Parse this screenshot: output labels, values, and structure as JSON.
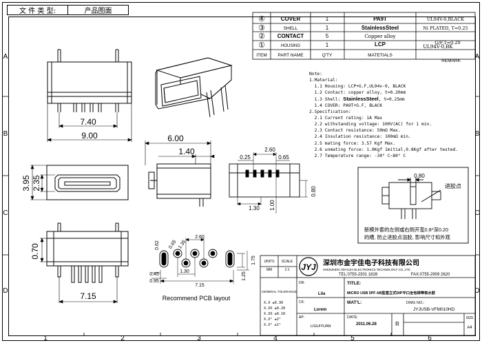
{
  "header": {
    "doc_type_label": "文 件 类 型:",
    "doc_type_value": "产品图面"
  },
  "grid": {
    "columns": [
      "1",
      "2",
      "3",
      "4",
      "5",
      "6"
    ],
    "rows": [
      "A",
      "B",
      "C",
      "D"
    ]
  },
  "bom": {
    "rows": [
      {
        "no": "④",
        "name": "COVER",
        "qty": "1",
        "material": "PA9T",
        "remark": "UL94V-0,BLACK"
      },
      {
        "no": "③",
        "name": "SHELL",
        "qty": "1",
        "material": "StainlessSteel",
        "remark": "Ni PLATED, T=0.25"
      },
      {
        "no": "②",
        "name": "CONTACT",
        "qty": "5",
        "material": "Copper alloy",
        "remark": "G/F,T=0.20"
      },
      {
        "no": "①",
        "name": "HOUSING",
        "qty": "1",
        "material": "LCP",
        "remark": "UL94V-0,BK"
      }
    ],
    "header": {
      "no": "ITEM",
      "name": "PART NAME",
      "qty": "Q'TY",
      "material": "MATETIALS",
      "remark": "REMARK"
    }
  },
  "notes": {
    "title": "Note:",
    "material_heading": "1.Material:",
    "material": [
      "1.1 Housing: LCP+G.F,UL94v-0, BLACK",
      "1.2 Contact: copper alloy, t=0.20mm",
      "1.3 Shell: ",
      "1.4 COVER: PA9T+G.F, BLACK"
    ],
    "shell_material": "StainlessSteel",
    "shell_thickness": ", t=0.25mm",
    "spec_heading": "2.Specification:",
    "spec": [
      "2.1 Current rating: 1A Max",
      "2.2 withstanding voltage: 100V(AC) for 1 min.",
      "2.3 Contact resistance: 50mΩ Max.",
      "2.4 Insulation resistance: 100mΩ min.",
      "2.5 mating force: 3.57 Kgf Max.",
      "2.6 unmating force: 1.0Kgf 1mitial,0.8Kgf after tested.",
      "2.7 Temperature range: -30° C~80° C"
    ]
  },
  "dims": {
    "top_7_40": "7.40",
    "top_9_00": "9.00",
    "d_6_00": "6.00",
    "d_1_40": "1.40",
    "d_3_95": "3.95",
    "d_2_35": "2.35",
    "d_2_60": "2.60",
    "d_0_25": "0.25",
    "d_0_65": "0.65",
    "d_1_30": "1.30",
    "d_1_00": "1.00",
    "d_0_80": "0.80",
    "d_0_70": "0.70",
    "d_7_15": "7.15",
    "pcb_2_60": "2.60",
    "pcb_0_62": "0.62",
    "pcb_0_65": "0.65",
    "pcb_1_35": "1.35",
    "pcb_0_45": "0.45",
    "pcb_0_95": "0.95",
    "pcb_1_30": "1.30",
    "pcb_1_25": "1.25",
    "pcb_1_75": "1.75",
    "pcb_7_15": "7.15",
    "detail_0_80": "0.80"
  },
  "labels": {
    "pcb_layout": "Recommend PCB layout",
    "detail_label": "进胶点",
    "detail_note_1": "新模外套的左侧或右侧开宽0.8*深0.20",
    "detail_note_2": "的槽, 防止进胶点溢胶, 影响尺寸和外观"
  },
  "title_block": {
    "units_label": "UNITS",
    "units_value": "MM",
    "scale_label": "SCALE",
    "scale_value": "1:1",
    "tol_heading": "GENERAL TOLERANCE",
    "tolerances": [
      "X.X  ±0.30",
      "X.XX  ±0.20",
      "X.XX  ±0.10",
      "X.X°  ±2°",
      "X.X°  ±1°"
    ],
    "dr_label": "DR:",
    "dr_value": "Lila",
    "ck_label": "CK:",
    "ck_value": "Lorem",
    "ap_label": "AP:",
    "ap_value": "LIGUIYUAN",
    "company_cn": "深圳市金宇佳电子科技有限公司",
    "company_en": "SHENZHEN JINYUJIA ELECTRONICS TECHNOLOGY CO.,LTD",
    "tel": "TEL:0755-2301 1828",
    "fax": "FAX:0755-2909 2620",
    "logo": "JYJ",
    "title_label": "TITLE:",
    "title_value": "MICRO USB 5PF AB型直立式DIP平口全包焊带铁水胶",
    "matl_label": "MAT'L:",
    "dwg_label": "DWG NO.:",
    "dwg_value": "JYJUSB-VFM010HD",
    "date_label": "DATE:",
    "date_value": "2011.06.28",
    "rev_label": "R",
    "size_label": "SIZE",
    "size_value": "A4"
  }
}
